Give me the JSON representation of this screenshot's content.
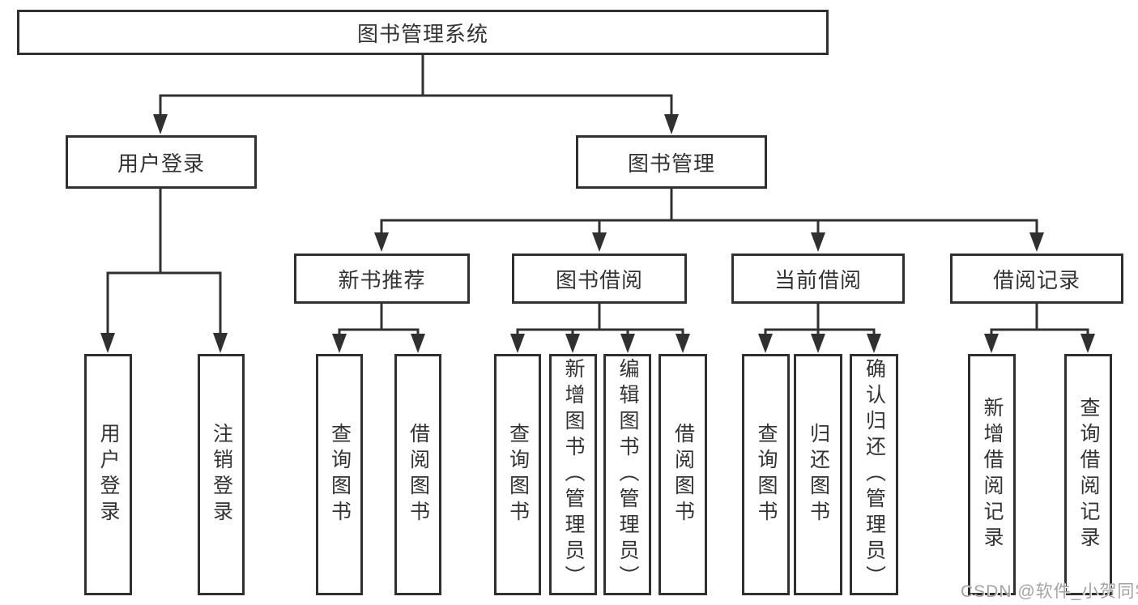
{
  "diagram": {
    "tree": {
      "label": "图书管理系统",
      "children": [
        {
          "label": "用户登录",
          "children": [
            {
              "label": "用户登录"
            },
            {
              "label": "注销登录"
            }
          ]
        },
        {
          "label": "图书管理",
          "children": [
            {
              "label": "新书推荐",
              "children": [
                {
                  "label": "查询图书"
                },
                {
                  "label": "借阅图书"
                }
              ]
            },
            {
              "label": "图书借阅",
              "children": [
                {
                  "label": "查询图书"
                },
                {
                  "label": "新增图书（管理员）"
                },
                {
                  "label": "编辑图书（管理员）"
                },
                {
                  "label": "借阅图书"
                }
              ]
            },
            {
              "label": "当前借阅",
              "children": [
                {
                  "label": "查询图书"
                },
                {
                  "label": "归还图书"
                },
                {
                  "label": "确认归还（管理员）"
                }
              ]
            },
            {
              "label": "借阅记录",
              "children": [
                {
                  "label": "新增借阅记录"
                },
                {
                  "label": "查询借阅记录"
                }
              ]
            }
          ]
        }
      ]
    },
    "colors": {
      "line": "#303030",
      "text": "#333333",
      "box_background": "#ffffff",
      "watermark": "#a3a3a3"
    }
  },
  "watermark": {
    "text": "CSDN @软件_小贺同学"
  }
}
